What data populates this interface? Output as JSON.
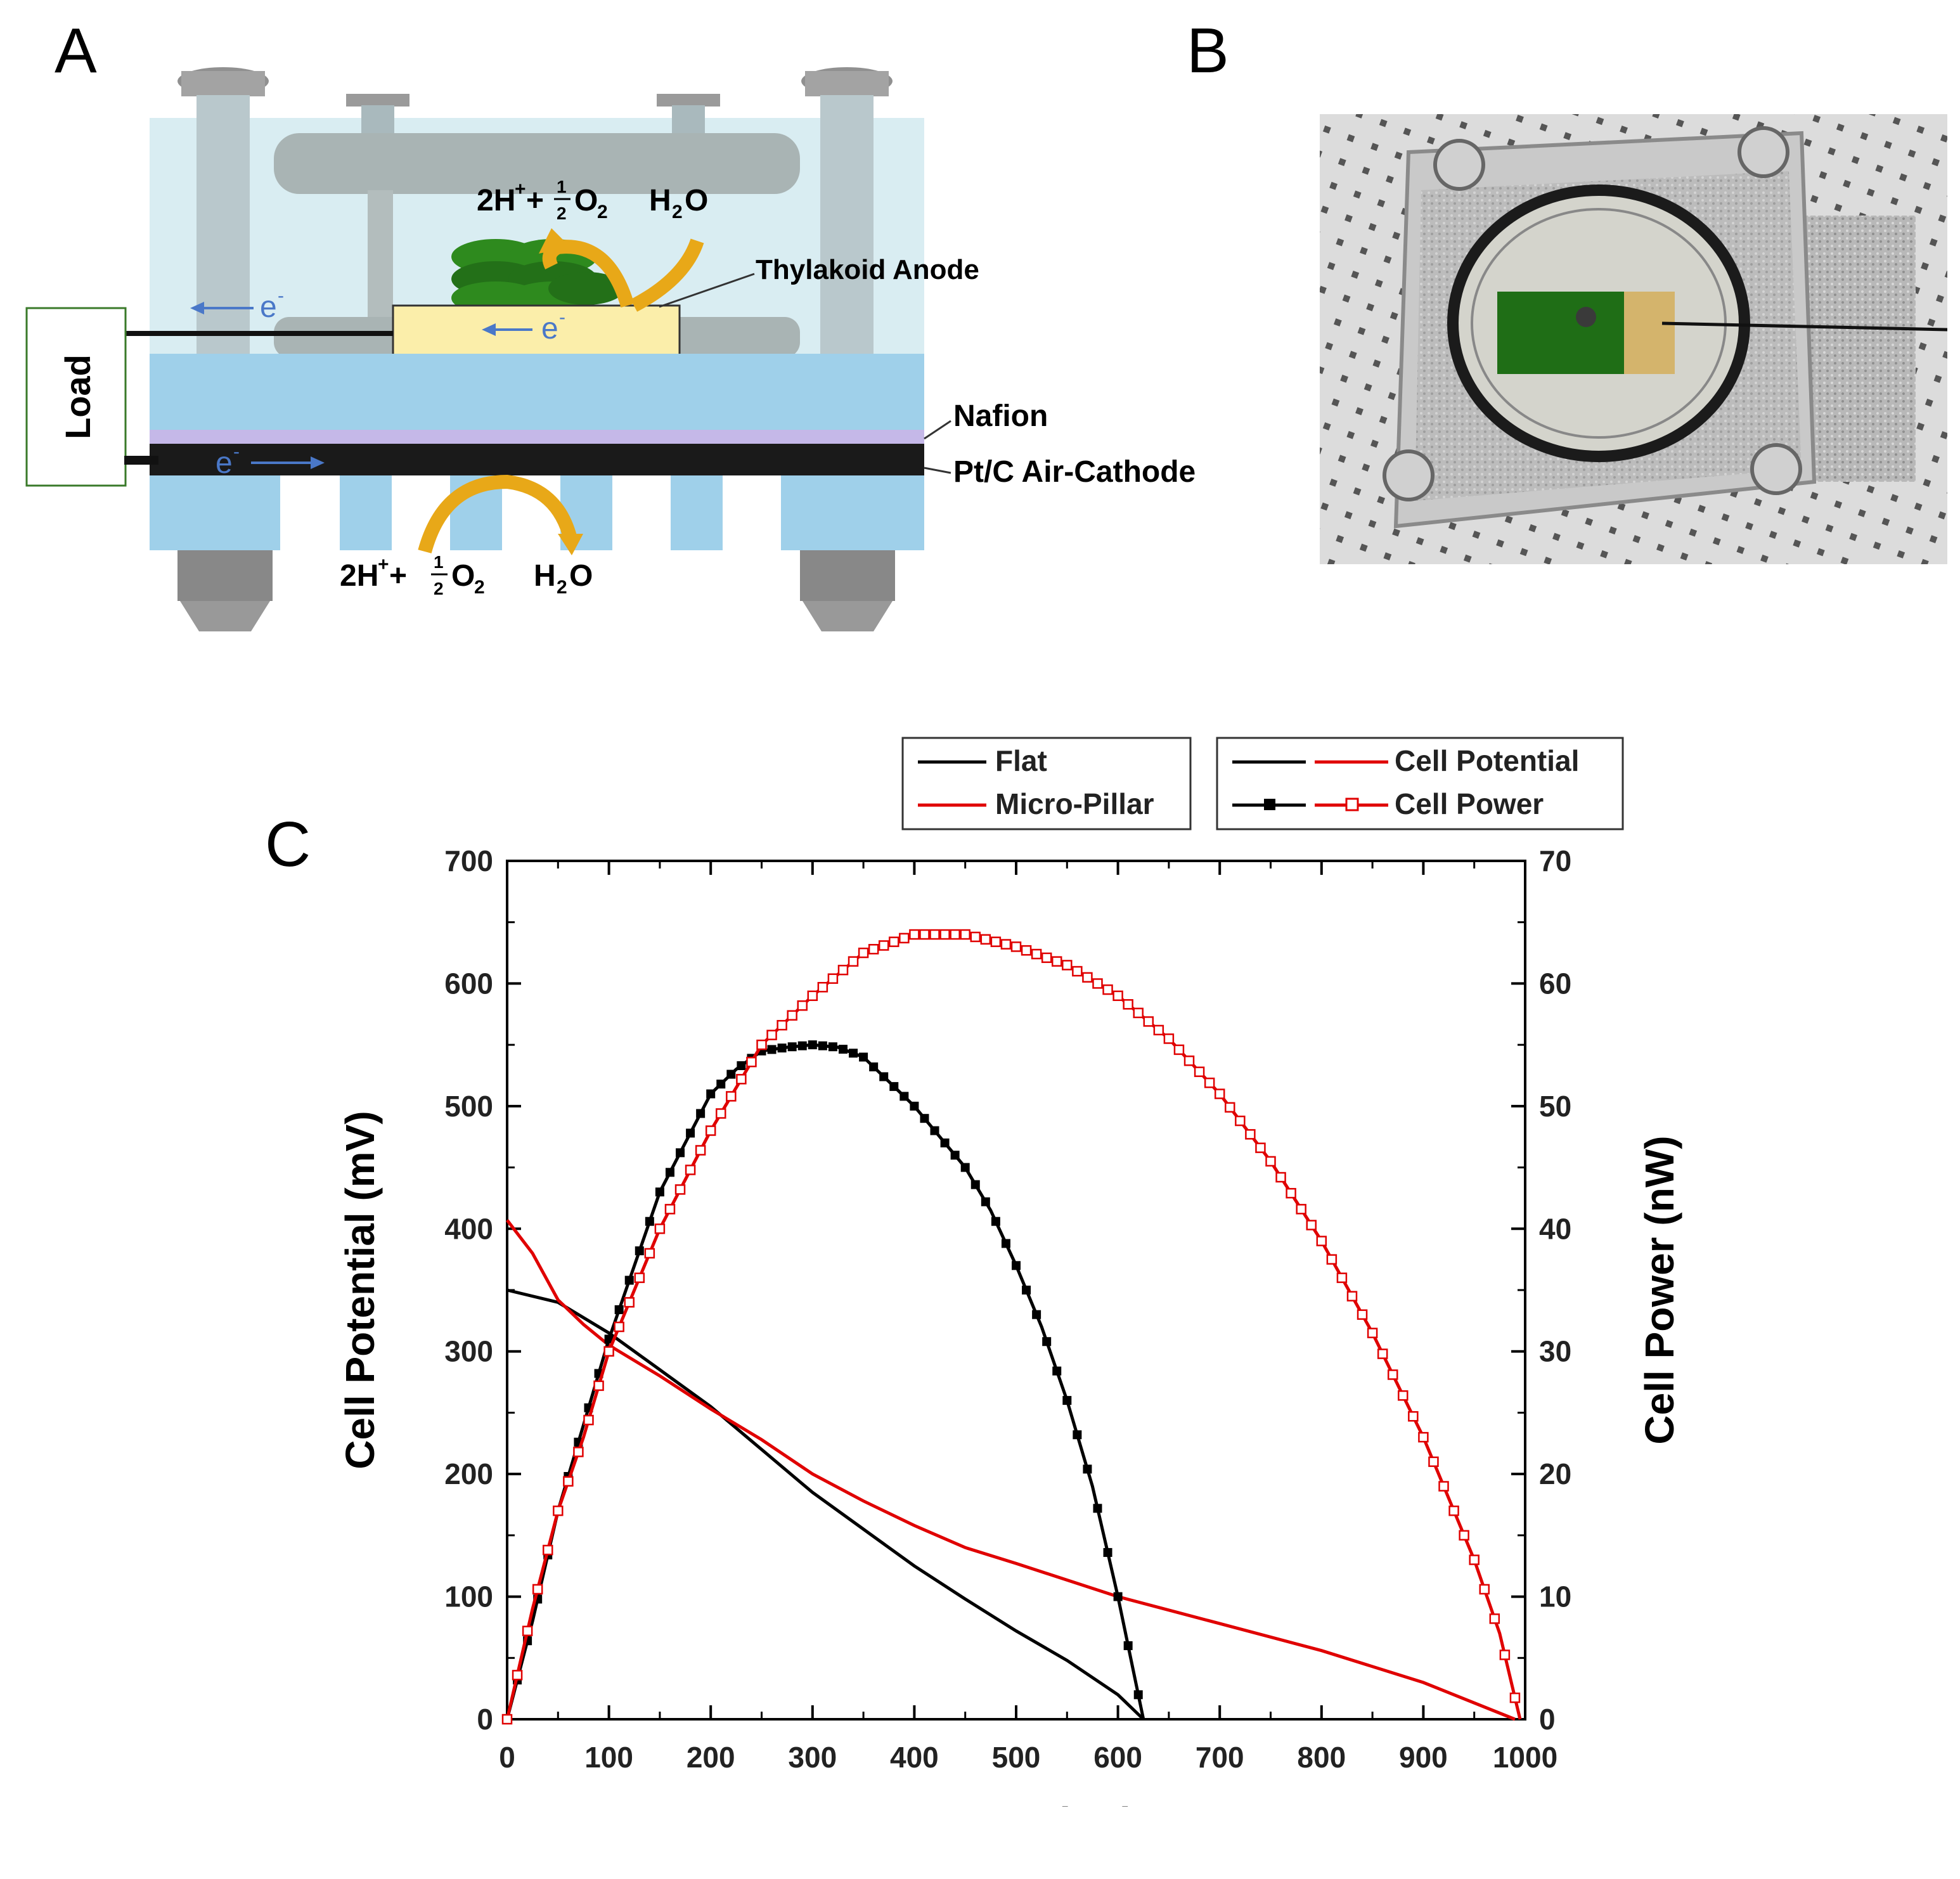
{
  "panels": {
    "a": "A",
    "b": "B",
    "c": "C"
  },
  "diagram": {
    "load_label": "Load",
    "electron": "e",
    "electron_sup": "-",
    "anode_reaction_left": "2H",
    "anode_reaction_plus": "+",
    "anode_reaction_mid": "+",
    "half_num": "1",
    "half_den": "2",
    "o2": "O",
    "o2_sub": "2",
    "h2o_h": "H",
    "h2o_sub": "2",
    "h2o_o": "O",
    "thylakoid_label": "Thylakoid Anode",
    "nafion_label": "Nafion",
    "cathode_label": "Pt/C Air-Cathode",
    "colors": {
      "acrylic": "#cfe8ef",
      "blue_plate": "#9fd0ea",
      "anode": "#fbeeaa",
      "gold_arrow": "#e8a818",
      "thylakoid": "#2e8a1e",
      "electron_blue": "#4a78c8"
    }
  },
  "photo": {
    "description_icon": "fuel-cell-photo"
  },
  "legend": {
    "substrate": [
      "Flat",
      "Micro-Pillar"
    ],
    "measurement": [
      "Cell Potential",
      "Cell Power"
    ]
  },
  "chart_data": {
    "type": "line",
    "xlabel": "Current (nA)",
    "ylabel": "Cell Potential (mV)",
    "y2label": "Cell Power (nW)",
    "xlim": [
      0,
      1000
    ],
    "ylim": [
      0,
      700
    ],
    "y2lim": [
      0,
      70
    ],
    "x_ticks": [
      0,
      100,
      200,
      300,
      400,
      500,
      600,
      700,
      800,
      900,
      1000
    ],
    "y_ticks": [
      0,
      100,
      200,
      300,
      400,
      500,
      600,
      700
    ],
    "y2_ticks": [
      0,
      10,
      20,
      30,
      40,
      50,
      60,
      70
    ],
    "series": [
      {
        "name": "Flat Cell Potential",
        "axis": "left",
        "color": "#000000",
        "points": [
          [
            0,
            350
          ],
          [
            50,
            340
          ],
          [
            100,
            315
          ],
          [
            150,
            285
          ],
          [
            200,
            255
          ],
          [
            250,
            220
          ],
          [
            300,
            185
          ],
          [
            350,
            155
          ],
          [
            400,
            125
          ],
          [
            450,
            98
          ],
          [
            500,
            72
          ],
          [
            550,
            48
          ],
          [
            600,
            20
          ],
          [
            625,
            0
          ]
        ]
      },
      {
        "name": "Micro-Pillar Cell Potential",
        "axis": "left",
        "color": "#e00000",
        "points": [
          [
            0,
            407
          ],
          [
            25,
            380
          ],
          [
            50,
            342
          ],
          [
            75,
            322
          ],
          [
            100,
            305
          ],
          [
            150,
            280
          ],
          [
            200,
            253
          ],
          [
            250,
            228
          ],
          [
            300,
            200
          ],
          [
            350,
            178
          ],
          [
            400,
            158
          ],
          [
            450,
            140
          ],
          [
            500,
            127
          ],
          [
            600,
            100
          ],
          [
            700,
            78
          ],
          [
            800,
            56
          ],
          [
            900,
            30
          ],
          [
            990,
            0
          ]
        ]
      },
      {
        "name": "Flat Cell Power",
        "axis": "right",
        "color": "#000000",
        "marker": "filled-square",
        "points": [
          [
            0,
            0
          ],
          [
            25,
            8
          ],
          [
            50,
            17
          ],
          [
            75,
            24
          ],
          [
            100,
            31
          ],
          [
            125,
            37
          ],
          [
            150,
            43
          ],
          [
            175,
            47
          ],
          [
            200,
            51
          ],
          [
            225,
            53
          ],
          [
            250,
            54.5
          ],
          [
            275,
            54.8
          ],
          [
            300,
            55
          ],
          [
            325,
            54.8
          ],
          [
            350,
            54
          ],
          [
            375,
            52
          ],
          [
            400,
            50
          ],
          [
            425,
            47.5
          ],
          [
            450,
            45
          ],
          [
            475,
            41.5
          ],
          [
            500,
            37
          ],
          [
            525,
            32
          ],
          [
            550,
            26
          ],
          [
            575,
            19
          ],
          [
            600,
            10
          ],
          [
            615,
            4
          ],
          [
            625,
            0
          ]
        ]
      },
      {
        "name": "Micro-Pillar Cell Power",
        "axis": "right",
        "color": "#e00000",
        "marker": "open-square",
        "points": [
          [
            0,
            0
          ],
          [
            25,
            9
          ],
          [
            50,
            17
          ],
          [
            75,
            23
          ],
          [
            100,
            30
          ],
          [
            150,
            40
          ],
          [
            200,
            48
          ],
          [
            250,
            55
          ],
          [
            300,
            59
          ],
          [
            350,
            62.5
          ],
          [
            400,
            64
          ],
          [
            450,
            64
          ],
          [
            500,
            63
          ],
          [
            550,
            61.5
          ],
          [
            600,
            59
          ],
          [
            650,
            55.5
          ],
          [
            700,
            51
          ],
          [
            750,
            45.5
          ],
          [
            800,
            39
          ],
          [
            850,
            31.5
          ],
          [
            900,
            23
          ],
          [
            950,
            13
          ],
          [
            975,
            7
          ],
          [
            995,
            0
          ]
        ]
      }
    ]
  }
}
